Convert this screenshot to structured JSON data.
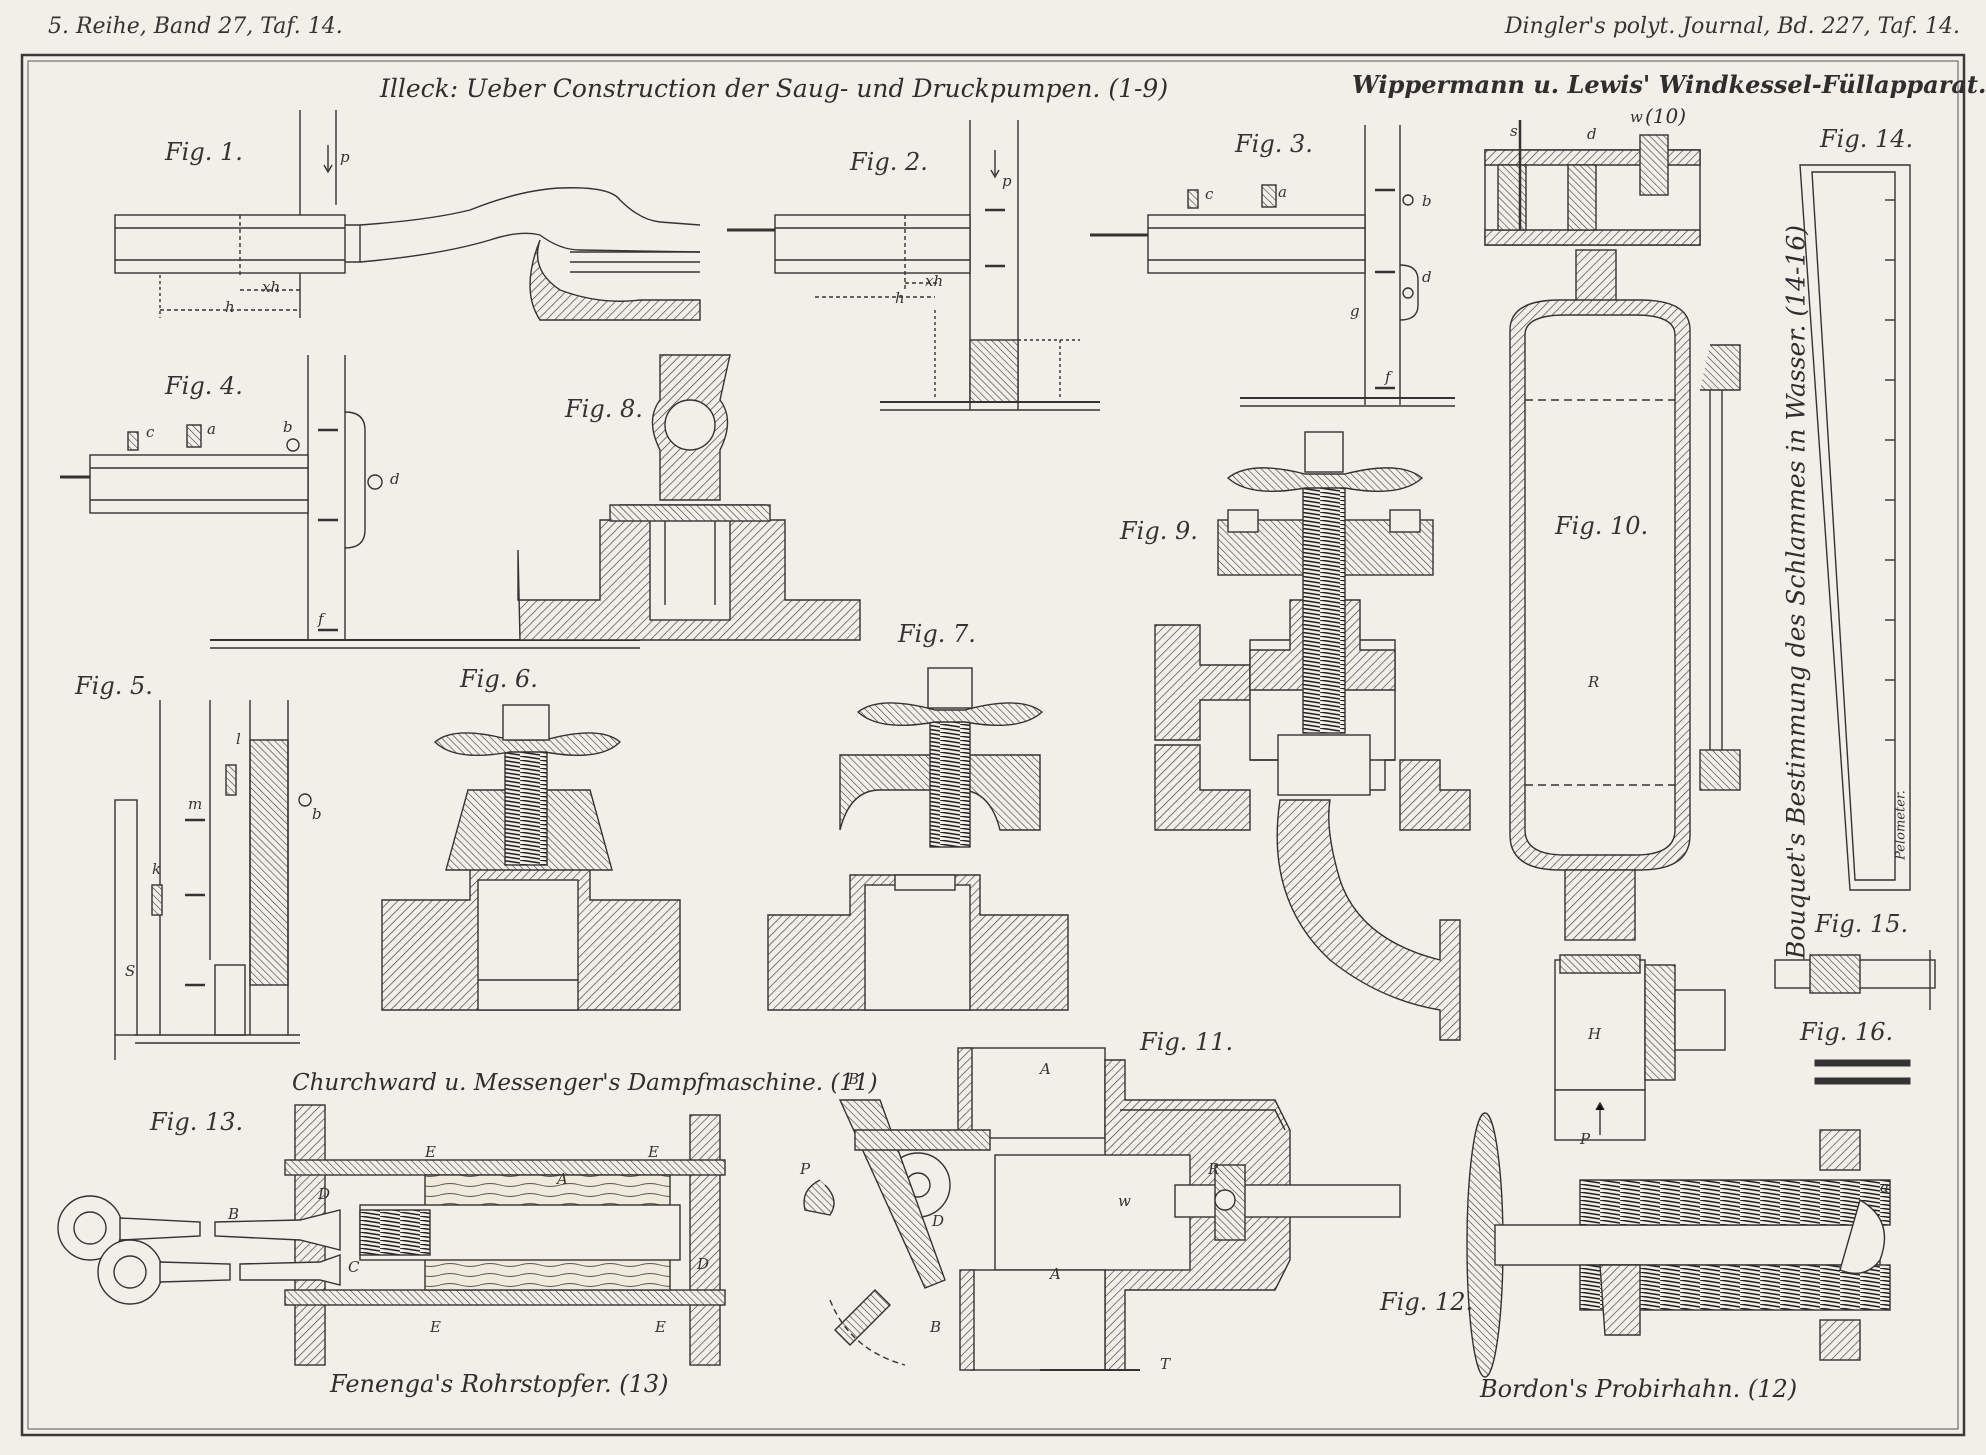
{
  "header": {
    "left": "5. Reihe, Band 27, Taf. 14.",
    "right": "Dingler's polyt. Journal, Bd. 227, Taf. 14."
  },
  "titles": {
    "pumps": "Illeck: Ueber Construction der Saug- und Druckpumpen. (1-9)",
    "windkessel": "Wippermann u. Lewis' Windkessel-Füllapparat.",
    "windkessel_ref": "(10)",
    "steam": "Churchward u. Messenger's Dampfmaschine. (11)",
    "fenenga": "Fenenga's Rohrstopfer. (13)",
    "bordon": "Bordon's Probirhahn. (12)",
    "bouquet": "Bouquet's Bestimmung des Schlammes in Wasser. (14-16)",
    "pelometer": "Pelometer."
  },
  "figures": {
    "fig1": "Fig. 1.",
    "fig2": "Fig. 2.",
    "fig3": "Fig. 3.",
    "fig4": "Fig. 4.",
    "fig5": "Fig. 5.",
    "fig6": "Fig. 6.",
    "fig7": "Fig. 7.",
    "fig8": "Fig. 8.",
    "fig9": "Fig. 9.",
    "fig10": "Fig. 10.",
    "fig11": "Fig. 11.",
    "fig12": "Fig. 12.",
    "fig13": "Fig. 13.",
    "fig14": "Fig. 14.",
    "fig15": "Fig. 15.",
    "fig16": "Fig. 16."
  },
  "labels": {
    "p": "p",
    "h": "h",
    "xh": "xh",
    "a": "a",
    "b": "b",
    "c": "c",
    "d": "d",
    "f": "f",
    "g": "g",
    "k": "k",
    "l": "l",
    "m": "m",
    "S": "S",
    "s": "s",
    "w": "w",
    "R": "R",
    "H": "H",
    "P": "P",
    "A": "A",
    "B": "B",
    "C": "C",
    "D": "D",
    "E": "E",
    "T": "T"
  },
  "colors": {
    "paper": "#f1efe8",
    "ink": "#333333",
    "frame": "#3a3a3a"
  }
}
